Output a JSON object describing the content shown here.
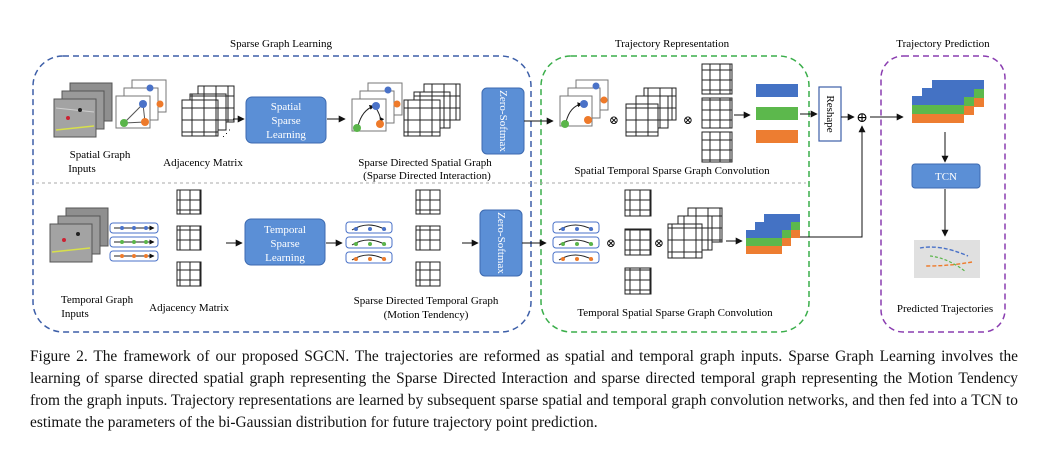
{
  "modules": {
    "sgl_title": "Sparse Graph Learning",
    "tr_title": "Trajectory Representation",
    "tp_title": "Trajectory Prediction"
  },
  "spatial_branch": {
    "input_label_1": "Spatial Graph",
    "input_label_2": "Inputs",
    "adjacency_label": "Adjacency Matrix",
    "learning_block": [
      "Spatial",
      "Sparse",
      "Learning"
    ],
    "softmax_label": "Zero-Softmax",
    "graph_label_1": "Sparse Directed Spatial Graph",
    "graph_label_2": "(Sparse Directed Interaction)",
    "conv_label": "Spatial Temporal Sparse Graph Convolution"
  },
  "temporal_branch": {
    "input_label_1": "Temporal Graph",
    "input_label_2": "Inputs",
    "adjacency_label": "Adjacency Matrix",
    "learning_block": [
      "Temporal",
      "Sparse",
      "Learning"
    ],
    "softmax_label": "Zero-Softmax",
    "graph_label_1": "Sparse Directed Temporal Graph",
    "graph_label_2": "(Motion Tendency)",
    "conv_label": "Temporal Spatial Sparse Graph Convolution"
  },
  "operators": {
    "times": "⊗",
    "plus": "⊕"
  },
  "reshape_label": "Reshape",
  "tcn_label": "TCN",
  "output_label": "Predicted Trajectories",
  "colors": {
    "blue_dash": "#3d5fa8",
    "green_dash": "#3aae4a",
    "purple_dash": "#8a3db0",
    "block_fill": "#5b8fd6",
    "node_blue": "#4a72c8",
    "node_green": "#5ab54a",
    "node_orange": "#ee7a2a",
    "bar_blue": "#4472c4",
    "bar_green": "#5cb84c",
    "bar_orange": "#ed7d31"
  },
  "caption": "Figure 2. The framework of our proposed SGCN. The trajectories are reformed as spatial and temporal graph inputs. Sparse Graph Learning involves the learning of sparse directed spatial graph representing the Sparse Directed Interaction and sparse directed temporal graph representing the Motion Tendency from the graph inputs. Trajectory representations are learned by subsequent sparse spatial and temporal graph convolution networks, and then fed into a TCN to estimate the parameters of the bi-Gaussian distribution for future trajectory point prediction."
}
